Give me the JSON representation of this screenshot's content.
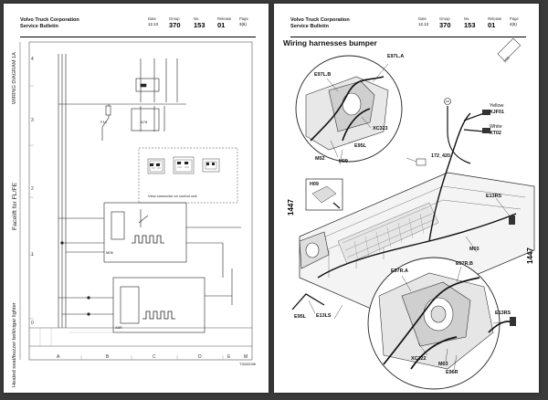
{
  "page_left": {
    "brand_line1": "Volvo Truck Corporation",
    "brand_line2": "Service Bulletin",
    "date_label": "Date",
    "date_value": "12.13",
    "group_label": "Group",
    "group_value": "370",
    "no_label": "No.",
    "no_value": "153",
    "release_label": "Release",
    "release_value": "01",
    "page_label": "Page",
    "page_value": "3(6)",
    "side_title": "WIRING DIAGRAM 1A",
    "function_title": "Facelift for FL/FE",
    "bottom_title": "Heated seat/buzzer belt/cigar lighter",
    "row_numbers": [
      "4",
      "3",
      "2",
      "1",
      "0"
    ],
    "column_letters": [
      "A",
      "B",
      "C",
      "D",
      "E",
      "M"
    ],
    "fuse_label": "F14",
    "relay_label": "A78",
    "note_label": "View connector on control unit",
    "label_m05": "M05",
    "label_a8r": "A8R",
    "footnote": "T3000096"
  },
  "page_right": {
    "brand_line1": "Volvo Truck Corporation",
    "brand_line2": "Service Bulletin",
    "date_label": "Date",
    "date_value": "12.13",
    "group_label": "Group",
    "group_value": "370",
    "no_label": "No.",
    "no_value": "153",
    "release_label": "Release",
    "release_value": "01",
    "page_label": "Page",
    "page_value": "4(6)",
    "title": "Wiring harnesses bumper",
    "callouts": {
      "e97la": "E97L.A",
      "e97lb": "E97L.B",
      "xc323": "XC323",
      "e95l_top": "E95L",
      "m02": "M02",
      "h09_top": "H09",
      "h09_inset": "H09",
      "yellow": "Yellow",
      "xjf01": "XJF01",
      "white": "White",
      "xt02": "XT02",
      "c172": "172_420",
      "e13rs_mid": "E13RS",
      "m03_mid": "M03",
      "e95l_bottom": "E95L",
      "e13ls": "E13LS",
      "e97ra": "E97R.A",
      "e97rb": "E97R.B",
      "e13rs_bottom": "E13RS",
      "xc322": "XC322",
      "m03_bottom": "M03",
      "e96r": "E96R",
      "n1447_left": "1447",
      "n1447_right": "1447"
    },
    "label_tag": "1/36"
  },
  "colors": {
    "background": "#3a3a3a",
    "page": "#ffffff",
    "ink": "#000000"
  }
}
